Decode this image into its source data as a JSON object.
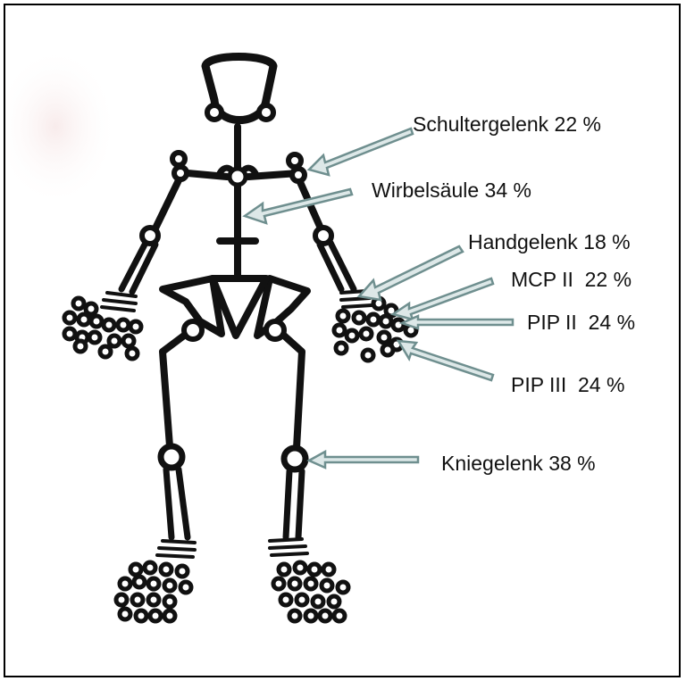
{
  "figure": {
    "labels": [
      {
        "id": "schulter",
        "text": "Schultergelenk 22 %"
      },
      {
        "id": "wirbel",
        "text": "Wirbelsäule 34 %"
      },
      {
        "id": "hand",
        "text": "Handgelenk 18 %"
      },
      {
        "id": "mcp2",
        "text": "MCP II  22 %"
      },
      {
        "id": "pip2",
        "text": "PIP II  24 %"
      },
      {
        "id": "pip3",
        "text": "PIP III  24 %"
      },
      {
        "id": "knie",
        "text": "Kniegelenk 38 %"
      }
    ]
  }
}
